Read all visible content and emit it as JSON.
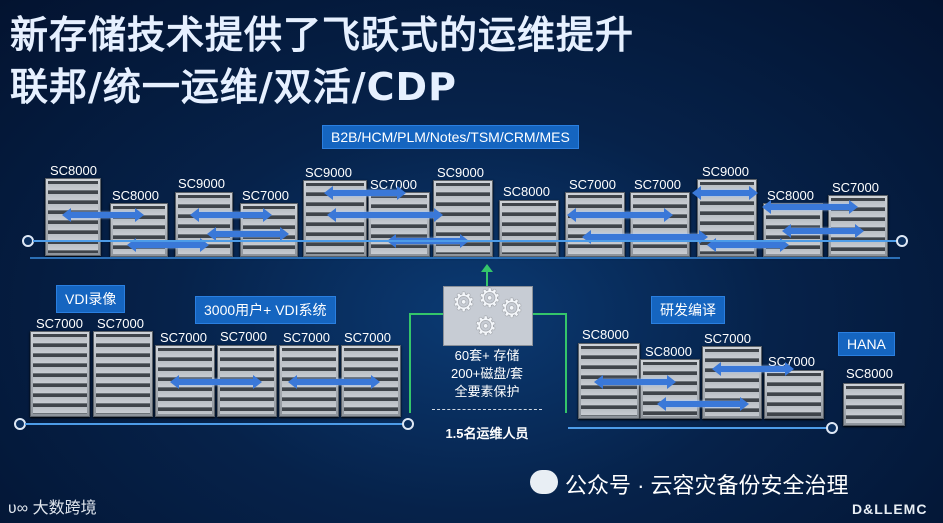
{
  "title_line1": "新存储技术提供了飞跃式的运维提升",
  "title_line2": "联邦/统一运维/双活/CDP",
  "top_tag": "B2B/HCM/PLM/Notes/TSM/CRM/MES",
  "tags": {
    "vdi_record": "VDI录像",
    "vdi_users": "3000用户+ VDI系统",
    "rnd": "研发编译",
    "hana": "HANA"
  },
  "top_servers": [
    "SC8000",
    "SC8000",
    "SC9000",
    "SC7000",
    "SC9000",
    "SC7000",
    "SC9000",
    "SC8000",
    "SC7000",
    "SC7000",
    "SC9000",
    "SC8000",
    "SC7000"
  ],
  "bottom_left_servers": [
    "SC7000",
    "SC7000",
    "SC7000",
    "SC7000",
    "SC7000",
    "SC7000"
  ],
  "bottom_right_servers": [
    "SC8000",
    "SC8000",
    "SC7000",
    "SC7000"
  ],
  "hana_server": "SC8000",
  "center": {
    "line1": "60套+ 存储",
    "line2": "200+磁盘/套",
    "line3": "全要素保护",
    "line4": "1.5名运维人员"
  },
  "watermark": {
    "left": "大数跨境",
    "right": "公众号 · 云容灾备份安全治理",
    "brand": "D&LLEMC"
  },
  "icons": {
    "gear": "gear-icon",
    "wechat": "wechat-icon"
  }
}
